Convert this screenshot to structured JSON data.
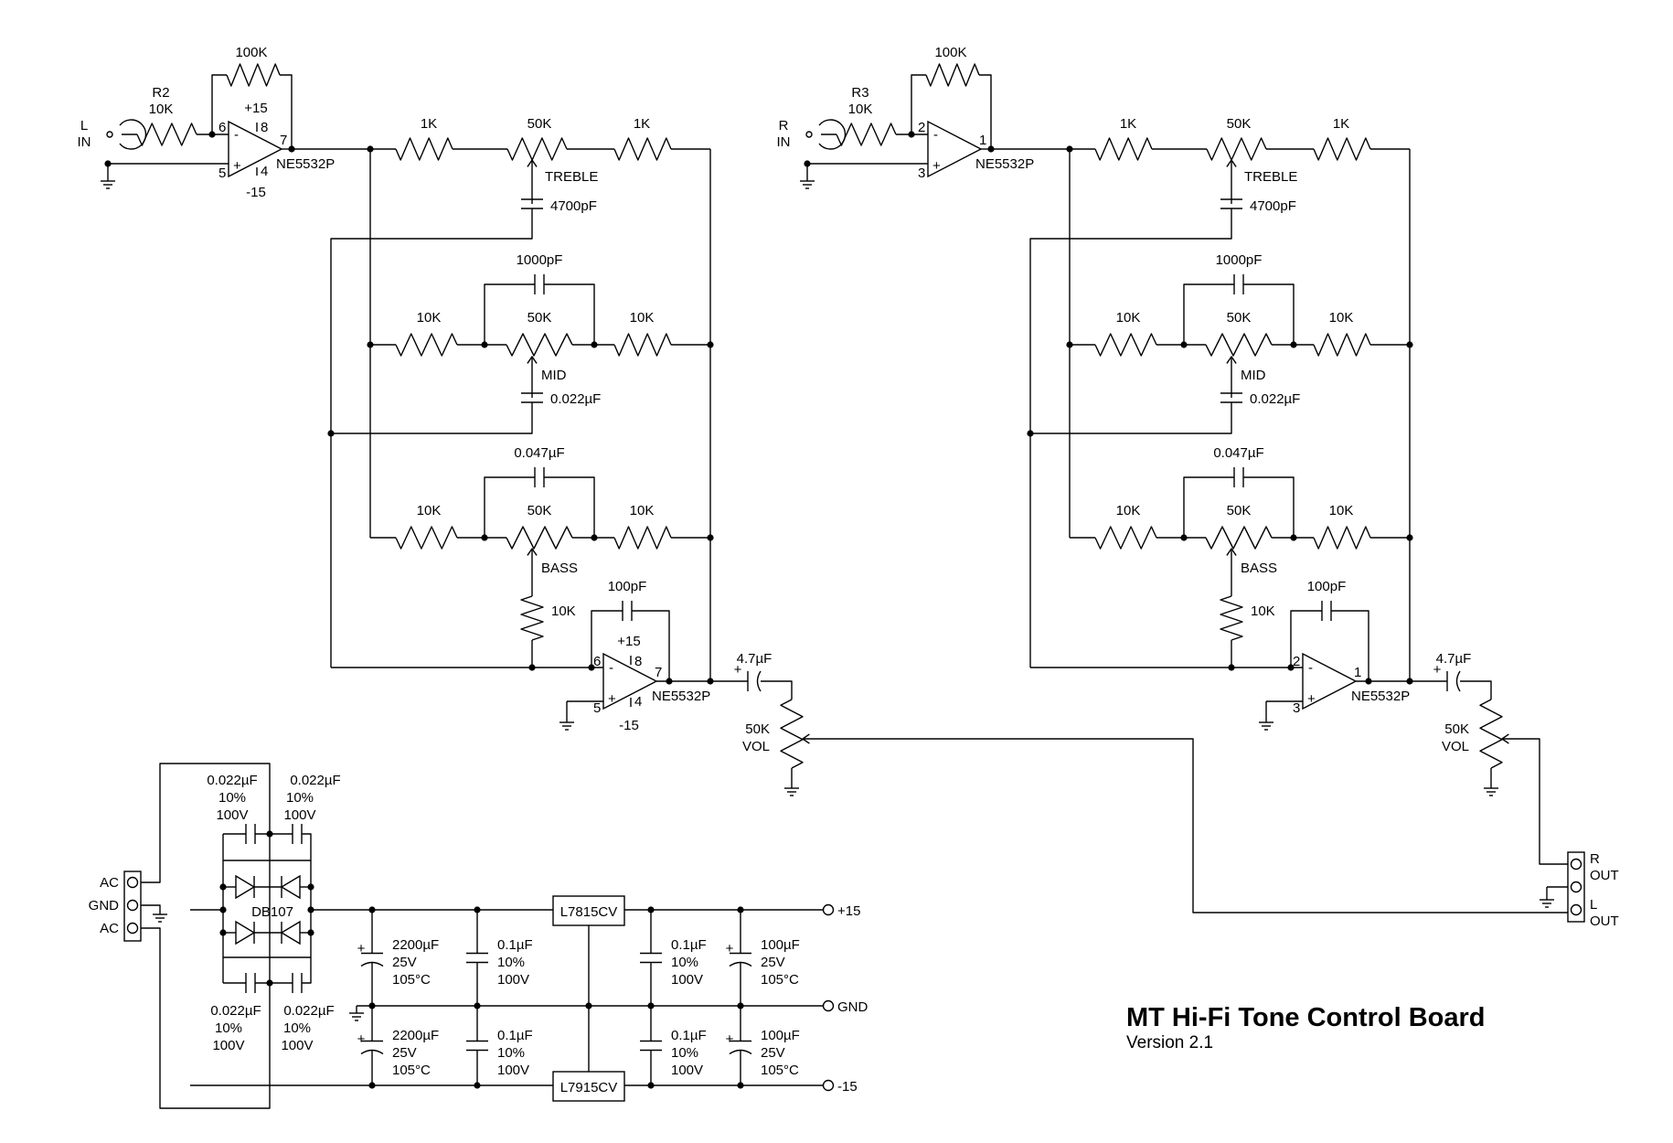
{
  "title": "MT Hi-Fi Tone Control Board",
  "version": "Version 2.1",
  "input_stage": {
    "left_channel": {
      "jack_top": "L",
      "jack_bottom": "IN",
      "ref": "R2",
      "resistor": "10K",
      "feedback": "100K",
      "opamp": "NE5532P",
      "pin_inv": "6",
      "pin_noninv": "5",
      "pin_out": "7",
      "pin_vplus": "8",
      "pin_vminus": "4",
      "inv_sign": "-",
      "noninv_sign": "+",
      "vplus": "+15",
      "vminus": "-15"
    },
    "right_channel": {
      "jack_top": "R",
      "jack_bottom": "IN",
      "ref": "R3",
      "resistor": "10K",
      "feedback": "100K",
      "opamp": "NE5532P",
      "pin_inv": "2",
      "pin_noninv": "3",
      "pin_out": "1",
      "inv_sign": "-",
      "noninv_sign": "+"
    }
  },
  "tone_network": {
    "treble_r": "1K",
    "treble_pot": "50K",
    "treble_label": "TREBLE",
    "treble_cap": "4700pF",
    "mid_r": "10K",
    "mid_pot": "50K",
    "mid_label": "MID",
    "mid_bridge_cap": "1000pF",
    "mid_cap": "0.022µF",
    "bass_r": "10K",
    "bass_pot": "50K",
    "bass_label": "BASS",
    "bass_bridge_cap": "0.047µF",
    "bass_leg": "10K"
  },
  "output_stage": {
    "feedback_cap": "100pF",
    "opamp": "NE5532P",
    "left_pins": {
      "inv": "6",
      "noninv": "5",
      "out": "7",
      "vplus": "8",
      "vminus": "4"
    },
    "right_pins": {
      "inv": "2",
      "noninv": "3",
      "out": "1"
    },
    "inv_sign": "-",
    "noninv_sign": "+",
    "vplus": "+15",
    "vminus": "-15",
    "coupling_cap": "4.7µF",
    "cap_plus": "+",
    "volume_value": "50K",
    "volume_label": "VOL"
  },
  "output_jack": {
    "r_top": "R",
    "r_bottom": "OUT",
    "l_top": "L",
    "l_bottom": "OUT"
  },
  "power_supply": {
    "ac_top": "AC",
    "gnd": "GND",
    "ac_bottom": "AC",
    "bridge": "DB107",
    "bridge_cap": "0.022µF",
    "tolerance": "10%",
    "bridge_cap_voltage": "100V",
    "main_cap": "2200µF",
    "main_cap_voltage": "25V",
    "main_cap_temp": "105°C",
    "decouple_cap": "0.1µF",
    "decouple_voltage": "100V",
    "out_cap": "100µF",
    "out_cap_voltage": "25V",
    "out_cap_temp": "105°C",
    "cap_plus": "+",
    "pos_regulator": "L7815CV",
    "neg_regulator": "L7915CV",
    "out_pos": "+15",
    "out_gnd": "GND",
    "out_neg": "-15"
  }
}
